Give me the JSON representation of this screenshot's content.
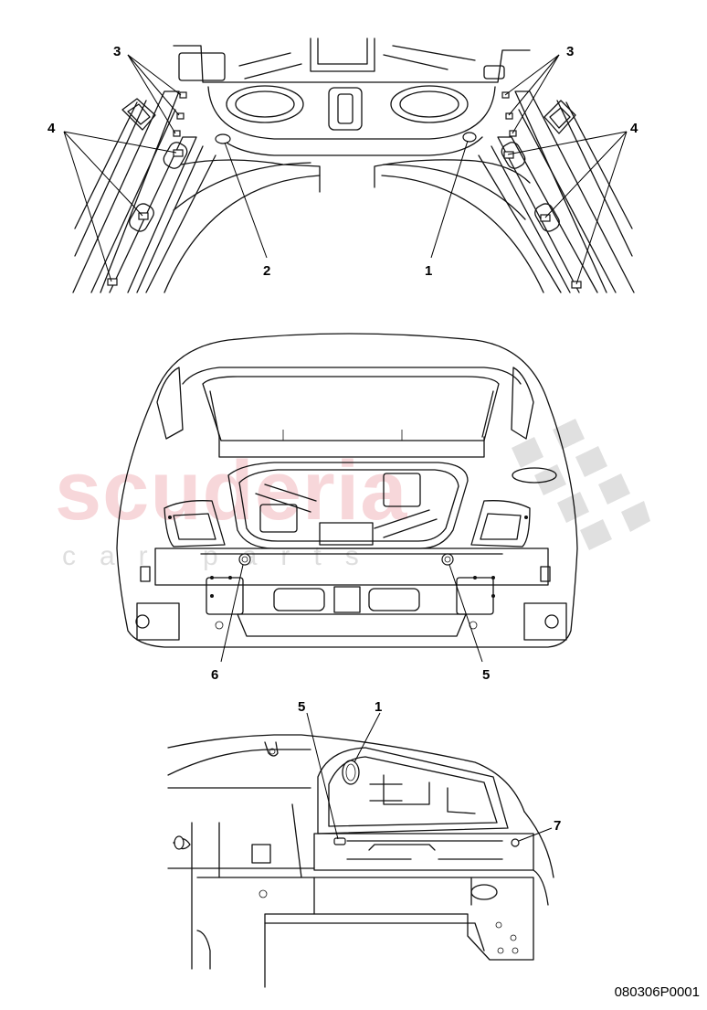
{
  "diagram": {
    "callouts": {
      "top": [
        "3",
        "3",
        "4",
        "4",
        "2",
        "1"
      ],
      "middle": [
        "6",
        "5"
      ],
      "bottom": [
        "5",
        "1",
        "7"
      ]
    },
    "watermark": {
      "main": "scuderia",
      "sub": "car parts"
    },
    "part_number": "080306P0001"
  }
}
